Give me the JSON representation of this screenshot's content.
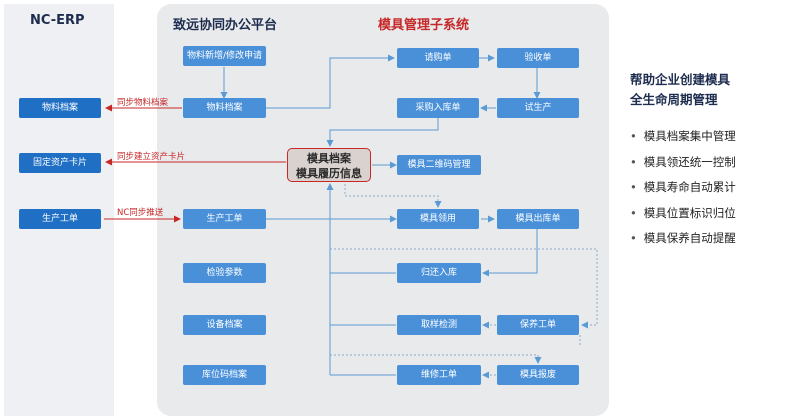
{
  "titles": {
    "nc_erp": "NC-ERP",
    "oa_platform": "致远协同办公平台",
    "mold_subsystem": "模具管理子系统"
  },
  "nc_nodes": {
    "material_archive": "物料档案",
    "fixed_asset_card": "固定资产卡片",
    "production_order": "生产工单"
  },
  "oa_nodes": {
    "material_add_modify_request": "物料新增/修改申请",
    "material_archive": "物料档案",
    "production_order": "生产工单",
    "inspection_params": "检验参数",
    "equipment_archive": "设备档案",
    "bin_code_archive": "库位码档案"
  },
  "hub": {
    "line1": "模具档案",
    "line2": "模具履历信息"
  },
  "mold_nodes": {
    "purchase_request": "请购单",
    "acceptance_receipt": "验收单",
    "purchase_inbound": "采购入库单",
    "trial_production": "试生产",
    "qr_code_management": "模具二维码管理",
    "mold_requisition": "模具领用",
    "mold_outbound": "模具出库单",
    "return_inbound": "归还入库",
    "sampling_inspection": "取样检测",
    "maintenance_order": "保养工单",
    "repair_order": "维修工单",
    "mold_scrap": "模具报废"
  },
  "edge_labels": {
    "sync_material": "同步物料档案",
    "sync_fixed_asset": "同步建立资产卡片",
    "nc_sync_push": "NC同步推送"
  },
  "right_panel": {
    "heading_line1": "帮助企业创建模具",
    "heading_line2": "全生命周期管理",
    "bullet_glyph": "•",
    "items": [
      "模具档案集中管理",
      "模具领还统一控制",
      "模具寿命自动累计",
      "模具位置标识归位",
      "模具保养自动提醒"
    ]
  },
  "colors": {
    "node_blue": "#4a90d9",
    "nc_node_blue": "#1f6fc4",
    "accent_red": "#c62828",
    "connector_blue": "#5b9bd5"
  }
}
